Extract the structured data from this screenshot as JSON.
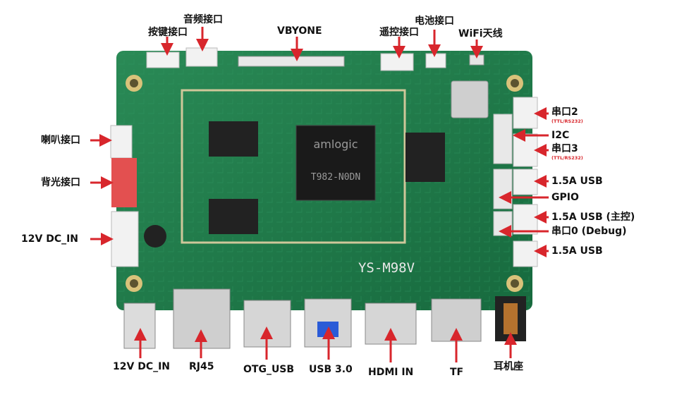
{
  "board_model": "YS-M98V",
  "soc": {
    "brand": "amlogic",
    "model": "T982-N0DN"
  },
  "labels": {
    "buttons": "按键接口",
    "audio": "音频接口",
    "vbyone": "VBYONE",
    "remote": "遥控接口",
    "battery": "电池接口",
    "wifi": "WiFi天线",
    "speaker": "喇叭接口",
    "backlight": "背光接口",
    "dc_in_left": "12V DC_IN",
    "uart2": "串口2",
    "uart2_sub": "(TTL/RS232)",
    "i2c": "I2C",
    "uart3": "串口3",
    "uart3_sub": "(TTL/RS232)",
    "usb_1": "1.5A USB",
    "gpio": "GPIO",
    "usb_main": "1.5A USB (主控)",
    "uart0": "串口0 (Debug)",
    "usb_2": "1.5A USB",
    "dc_in_bottom": "12V DC_IN",
    "rj45": "RJ45",
    "otg": "OTG_USB",
    "usb3": "USB 3.0",
    "hdmi": "HDMI IN",
    "tf": "TF",
    "headphone": "耳机座"
  },
  "colors": {
    "pcb": "#1f7a4a",
    "arrow": "#d8262c",
    "text": "#111111"
  }
}
